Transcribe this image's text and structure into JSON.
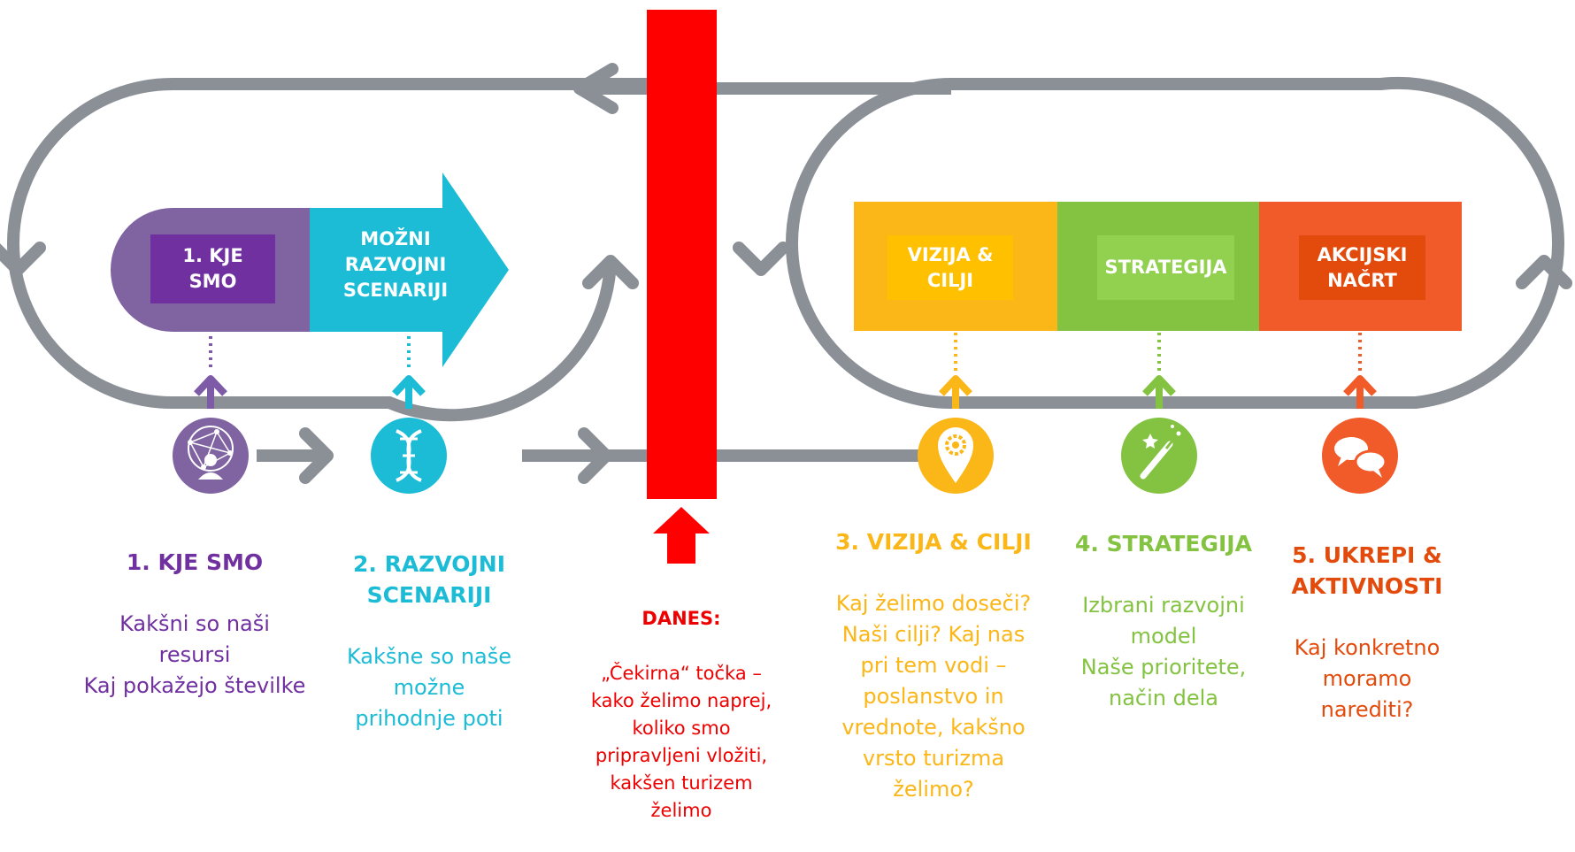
{
  "colors": {
    "loop": "#8b8f96",
    "purple": "#7030a0",
    "purple_light": "#8064a2",
    "cyan": "#1dbcd6",
    "yellow": "#fbb617",
    "yellow_label": "#ffc000",
    "green": "#84c341",
    "green_label": "#92d050",
    "orange": "#f15a29",
    "orange_label": "#e24b0c",
    "red": "#ff0000"
  },
  "boxes": {
    "kje_smo": "1. KJE\nSMO",
    "scenariji": "MOŽNI\nRAZVOJNI\nSCENARIJI",
    "vizija": "VIZIJA &\nCILJI",
    "strategija": "STRATEGIJA",
    "akcijski": "AKCIJSKI\nNAČRT"
  },
  "icons": [
    "network-person-icon",
    "dna-icon",
    "map-pin-gear-icon",
    "magic-wand-icon",
    "chat-bubbles-icon"
  ],
  "steps": [
    {
      "title": "1. KJE SMO",
      "text": "Kakšni so naši\nresursi\nKaj pokažejo številke"
    },
    {
      "title": "2. RAZVOJNI\nSCENARIJI",
      "text": "Kakšne so naše\nmožne\nprihodnje poti"
    },
    {
      "title": "3. VIZIJA & CILJI",
      "text": "Kaj želimo doseči?\nNaši cilji? Kaj nas\npri tem vodi –\nposlanstvo in\nvrednote, kakšno\nvrsto turizma\nželimo?"
    },
    {
      "title": "4. STRATEGIJA",
      "text": "Izbrani razvojni\nmodel\nNaše prioritete,\nnačin dela"
    },
    {
      "title": "5. UKREPI &\nAKTIVNOSTI",
      "text": "Kaj konkretno\nmoramo\nnarediti?"
    }
  ],
  "danes": {
    "title": "DANES:",
    "text": "„Čekirna“ točka –\nkako želimo naprej,\nkoliko smo\npripravljeni vložiti,\nkakšen turizem\nželimo"
  }
}
